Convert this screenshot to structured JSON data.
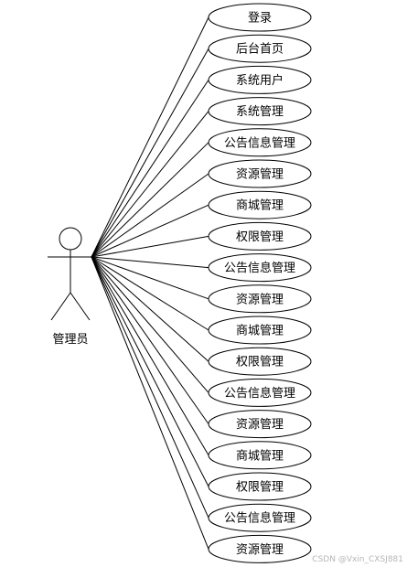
{
  "actor": {
    "name": "管理员"
  },
  "use_cases": [
    {
      "label": "登录"
    },
    {
      "label": "后台首页"
    },
    {
      "label": "系统用户"
    },
    {
      "label": "系统管理"
    },
    {
      "label": "公告信息管理"
    },
    {
      "label": "资源管理"
    },
    {
      "label": "商城管理"
    },
    {
      "label": "权限管理"
    },
    {
      "label": "公告信息管理"
    },
    {
      "label": "资源管理"
    },
    {
      "label": "商城管理"
    },
    {
      "label": "权限管理"
    },
    {
      "label": "公告信息管理"
    },
    {
      "label": "资源管理"
    },
    {
      "label": "商城管理"
    },
    {
      "label": "权限管理"
    },
    {
      "label": "公告信息管理"
    },
    {
      "label": "资源管理"
    }
  ],
  "watermark": "CSDN @Vxin_CXSJ881"
}
